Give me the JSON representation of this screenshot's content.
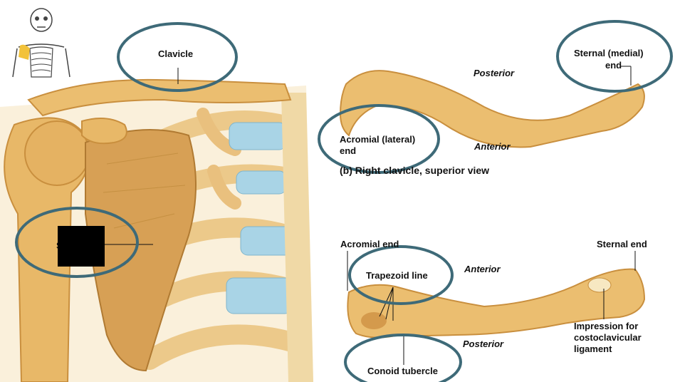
{
  "colors": {
    "bone": "#e8b868",
    "bone_dark": "#c98f3e",
    "bone_light": "#f5dc9c",
    "cartilage": "#a9d4e6",
    "ring": "#3e6a78",
    "text": "#111111"
  },
  "overview": {
    "icon": "skeleton-thumbnail-icon",
    "clavicle_label": "Clavicle",
    "scapula_label_partial": "S"
  },
  "superior_view": {
    "posterior": "Posterior",
    "anterior": "Anterior",
    "sternal_line1": "Sternal (medial)",
    "sternal_line2": "end",
    "acromial_line1": "Acromial (lateral)",
    "acromial_line2": "end",
    "caption": "(b) Right clavicle, superior view"
  },
  "inferior_view": {
    "acromial_end": "Acromial end",
    "sternal_end": "Sternal end",
    "trapezoid_line": "Trapezoid line",
    "anterior": "Anterior",
    "posterior": "Posterior",
    "conoid_tubercle": "Conoid tubercle",
    "impression_line1": "Impression for",
    "impression_line2": "costoclavicular",
    "impression_line3": "ligament"
  }
}
